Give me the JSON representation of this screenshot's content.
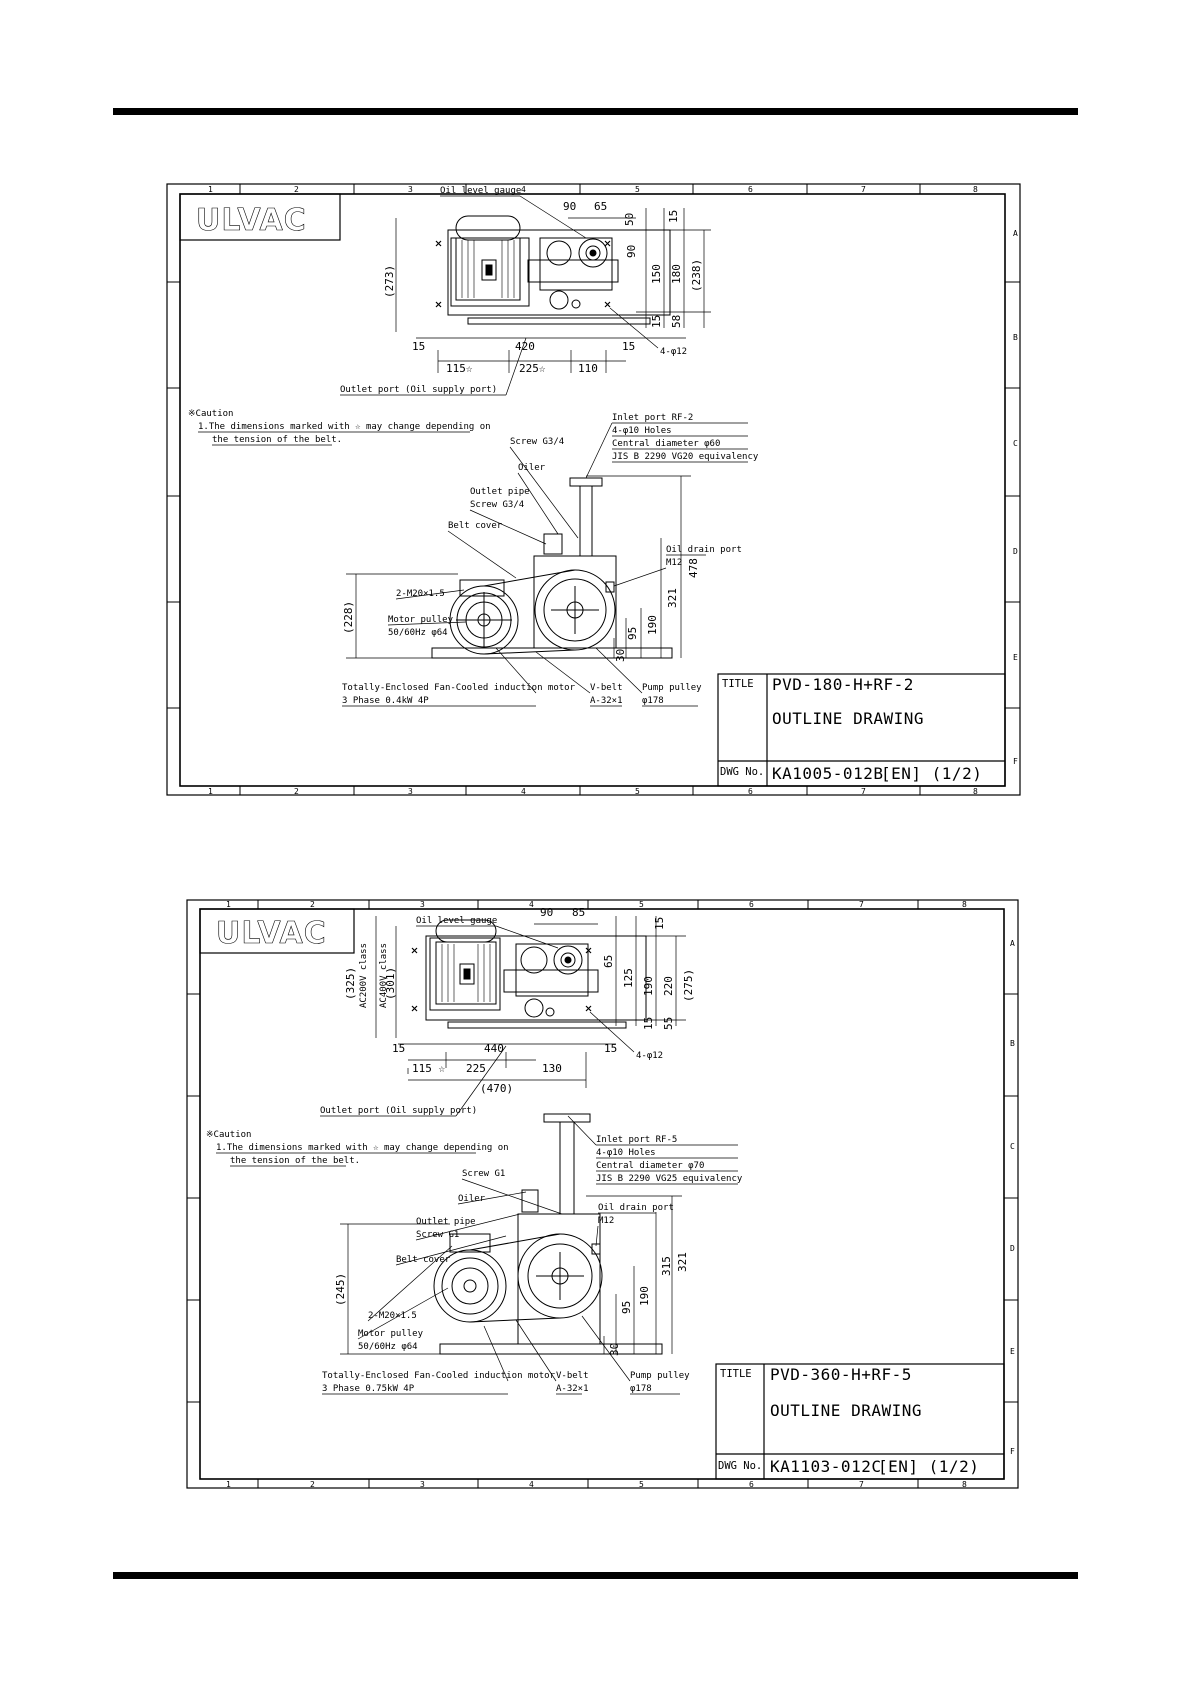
{
  "drawings": [
    {
      "logo": "ULVAC",
      "columns": [
        "1",
        "2",
        "3",
        "4",
        "5",
        "6",
        "7",
        "8"
      ],
      "rows": [
        "A",
        "B",
        "C",
        "D",
        "E",
        "F"
      ],
      "title_label": "TITLE",
      "dwg_label": "DWG No.",
      "title_line1": "PVD-180-H+RF-2",
      "title_line2": "OUTLINE DRAWING",
      "dwg_no": "KA1005-012B",
      "dwg_suffix": "[EN] (1/2)",
      "caution_head": "※Caution",
      "caution_line1": "1.The dimensions marked with ☆ may change depending on",
      "caution_line2": "the tension of the belt.",
      "labels": {
        "oil_level_gauge": "Oil level gauge",
        "outlet_port": "Outlet port (Oil supply port)",
        "inlet_port": "Inlet port RF-2",
        "holes": "4-φ10 Holes",
        "central_diameter": "Central diameter φ60",
        "jis": "JIS B 2290 VG20 equivalency",
        "screw": "Screw G3/4",
        "oiler": "Oiler",
        "outlet_pipe": "Outlet pipe",
        "outlet_pipe_screw": "Screw G3/4",
        "belt_cover": "Belt cover",
        "cable_gland": "2-M20×1.5",
        "motor_pulley": "Motor pulley",
        "motor_pulley_spec": "50/60Hz φ64",
        "oil_drain_port": "Oil drain port",
        "oil_drain_spec": "M12",
        "motor_line1": "Totally-Enclosed Fan-Cooled induction motor",
        "motor_line2": "3 Phase 0.4kW 4P",
        "vbelt": "V-belt",
        "vbelt_spec": "A-32×1",
        "pump_pulley": "Pump pulley",
        "pump_pulley_spec": "φ178",
        "mount_holes": "4-φ12"
      },
      "dims": {
        "d90": "90",
        "d65": "65",
        "d50": "50",
        "d15a": "15",
        "d90v": "90",
        "d150": "150",
        "d180": "180",
        "d238": "(238)",
        "d15b": "15",
        "d58": "58",
        "d273": "(273)",
        "d15l": "15",
        "d420": "420",
        "d15r": "15",
        "d115": "115☆",
        "d225": "225☆",
        "d110": "110",
        "d478": "478",
        "d321": "321",
        "d190": "190",
        "d95": "95",
        "d30": "30",
        "d228": "(228)"
      }
    },
    {
      "logo": "ULVAC",
      "columns": [
        "1",
        "2",
        "3",
        "4",
        "5",
        "6",
        "7",
        "8"
      ],
      "rows": [
        "A",
        "B",
        "C",
        "D",
        "E",
        "F"
      ],
      "title_label": "TITLE",
      "dwg_label": "DWG No.",
      "title_line1": "PVD-360-H+RF-5",
      "title_line2": "OUTLINE DRAWING",
      "dwg_no": "KA1103-012C",
      "dwg_suffix": "[EN] (1/2)",
      "caution_head": "※Caution",
      "caution_line1": "1.The dimensions marked with ☆ may change depending on",
      "caution_line2": "the tension of the belt.",
      "labels": {
        "oil_level_gauge": "Oil level gauge",
        "outlet_port": "Outlet port (Oil supply port)",
        "inlet_port": "Inlet port RF-5",
        "holes": "4-φ10 Holes",
        "central_diameter": "Central diameter φ70",
        "jis": "JIS B 2290 VG25 equivalency",
        "screw": "Screw G1",
        "oiler": "Oiler",
        "outlet_pipe": "Outlet pipe",
        "outlet_pipe_screw": "Screw G1",
        "belt_cover": "Belt cover",
        "cable_gland": "2-M20×1.5",
        "motor_pulley": "Motor pulley",
        "motor_pulley_spec": "50/60Hz φ64",
        "oil_drain_port": "Oil drain port",
        "oil_drain_spec": "M12",
        "motor_line1": "Totally-Enclosed Fan-Cooled induction motor",
        "motor_line2": "3 Phase 0.75kW 4P",
        "vbelt": "V-belt",
        "vbelt_spec": "A-32×1",
        "pump_pulley": "Pump pulley",
        "pump_pulley_spec": "φ178",
        "mount_holes": "4-φ12",
        "ac200": "AC200V class",
        "ac400": "AC400V class"
      },
      "dims": {
        "d90": "90",
        "d85": "85",
        "d15a": "15",
        "d65": "65",
        "d125": "125",
        "d190": "190",
        "d220": "220",
        "d275": "(275)",
        "d15b": "15",
        "d55": "55",
        "d325": "(325)",
        "d301": "(301)",
        "d15l": "15",
        "d440": "440",
        "d15r": "15",
        "d115": "115 ☆",
        "d225": "225",
        "d130": "130",
        "d470": "(470)",
        "d321": "321",
        "d315": "315",
        "d190b": "190",
        "d95": "95",
        "d30": "30",
        "d245": "(245)"
      }
    }
  ]
}
